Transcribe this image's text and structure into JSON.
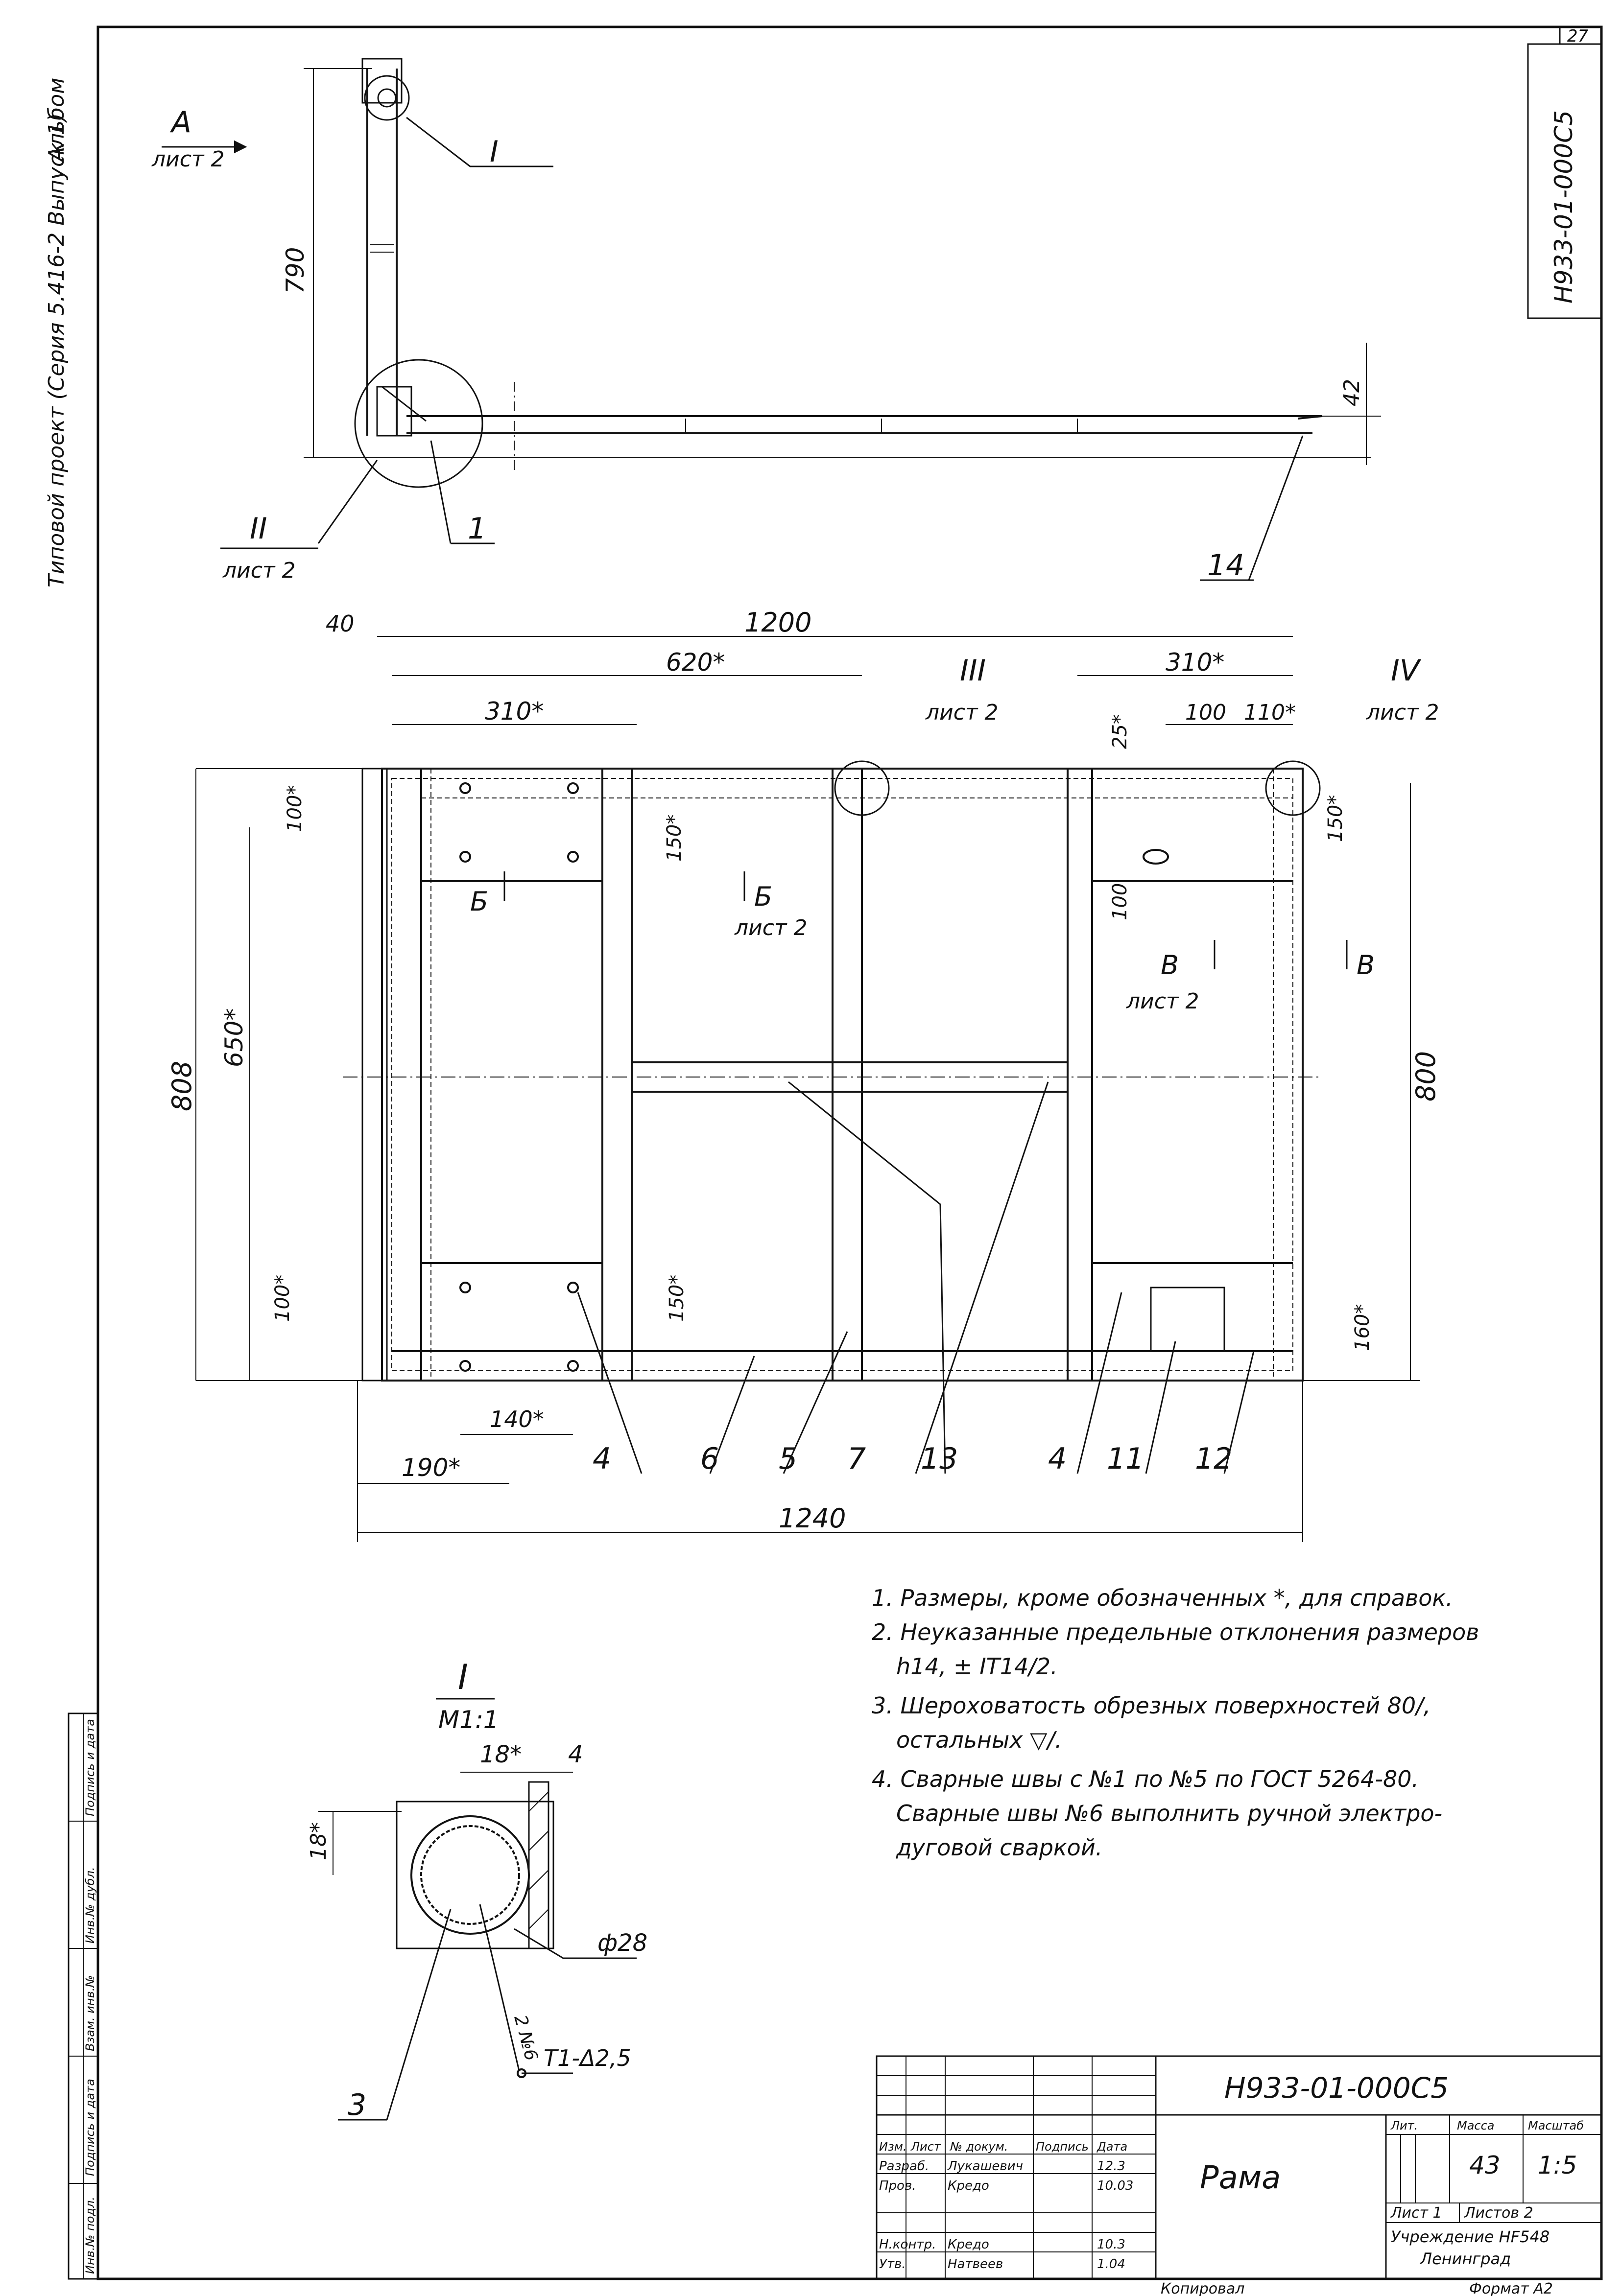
{
  "sheet": {
    "page_no": "27",
    "doc_code_vertical": "Н933-01-000С5",
    "left_margin_text": "Типовой проект (Серия 5.416-2 Выпуск 1)",
    "album": "Альбом"
  },
  "side_view": {
    "view_label": "А",
    "view_sheet": "лист 2",
    "dim_height": "790",
    "dim_right": "42",
    "callout_I": "I",
    "callout_II": "II",
    "callout_II_sheet": "лист 2",
    "pos_1": "1",
    "pos_14": "14"
  },
  "plan_view": {
    "dim_40": "40",
    "dim_1200": "1200",
    "dim_620": "620*",
    "dim_310_left": "310*",
    "dim_310_right": "310*",
    "dim_100_top": "100",
    "dim_110": "110*",
    "dim_25": "25*",
    "dim_100_left_top": "100*",
    "dim_150_left_top": "150*",
    "dim_150_right_top": "150*",
    "dim_100_right": "100",
    "dim_808": "808",
    "dim_650": "650*",
    "dim_800": "800",
    "dim_100_left_bottom": "100*",
    "dim_150_left_bottom": "150*",
    "dim_160": "160*",
    "dim_140": "140*",
    "dim_190": "190*",
    "dim_1240": "1240",
    "callout_III": "III",
    "callout_III_sheet": "лист 2",
    "callout_IV": "IV",
    "callout_IV_sheet": "лист 2",
    "section_B_letter": "Б",
    "section_B_sheet": "лист 2",
    "section_V_letter": "В",
    "section_V_sheet": "лист 2",
    "positions": [
      "4",
      "6",
      "5",
      "7",
      "13",
      "4",
      "11",
      "12"
    ]
  },
  "notes": [
    "1. Размеры, кроме обозначенных *, для справок.",
    "2. Неуказанные предельные отклонения размеров",
    "h14, ± IT14/2.",
    "3. Шероховатость обрезных поверхностей 80/,",
    "остальных ▽/.",
    "4. Сварные швы с №1 по №5 по ГОСТ 5264-80.",
    "Сварные швы №6 выполнить ручной электро-",
    "дуговой сваркой."
  ],
  "detail_I": {
    "label": "I",
    "scale": "М1:1",
    "dim_18_top": "18*",
    "dim_4": "4",
    "dim_18_left": "18*",
    "dia": "ф28",
    "weld_num": "2 №6",
    "weld_symbol": "Т1-Δ2,5",
    "pos_3": "3"
  },
  "title_block": {
    "doc_code": "Н933-01-000С5",
    "title": "Рама",
    "col_headers": [
      "Изм.",
      "Лист",
      "№ докум.",
      "Подпись",
      "Дата"
    ],
    "rows": [
      [
        "Разраб.",
        "Лукашевич",
        "",
        "12.3"
      ],
      [
        "Пров.",
        "Кредо",
        "",
        "10.03"
      ],
      [
        "Н.контр.",
        "Кредо",
        "",
        "10.3"
      ],
      [
        "Утв.",
        "Натвеев",
        "",
        "1.04"
      ]
    ],
    "lit_label": "Лит.",
    "mass_label": "Масса",
    "scale_label": "Масштаб",
    "mass": "43",
    "scale": "1:5",
    "sheet_label": "Лист 1",
    "sheets_label": "Листов 2",
    "org_line1": "Учреждение НF548",
    "org_line2": "Ленинград",
    "copied": "Копировал",
    "format": "Формат А2"
  },
  "left_stamp": [
    "Инв.№ подл.",
    "Подпись и дата",
    "Взам. инв.№",
    "Инв.№ дубл.",
    "Подпись и дата"
  ]
}
